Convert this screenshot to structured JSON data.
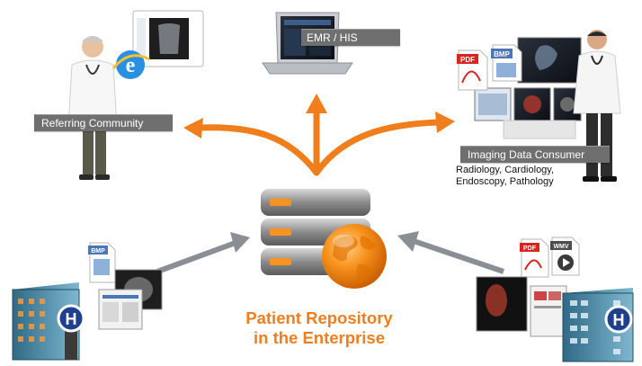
{
  "nodes": {
    "referring_community": "Referring Community",
    "emr_his": "EMR / HIS",
    "imaging_data_consumer": "Imaging Data Consumer",
    "imaging_specialties": "Radiology, Cardiology, Endoscopy, Pathology"
  },
  "center": {
    "title_line1": "Patient Repository",
    "title_line2": "in the Enterprise"
  },
  "document_icons": {
    "bmp": "BMP",
    "pdf": "PDF",
    "wmv": "WMV"
  },
  "hospital_icon_letter": "H",
  "colors": {
    "accent_orange": "#f07e1c",
    "arrow_gray": "#8a8f96",
    "banner_gray": "#6f6f6f"
  },
  "icons": [
    "ie-browser-icon",
    "doctor-figure",
    "laptop-icon",
    "monitor-icon",
    "server-stack-icon",
    "globe-icon",
    "hospital-building-icon",
    "pdf-file-icon",
    "bmp-file-icon",
    "wmv-file-icon"
  ]
}
